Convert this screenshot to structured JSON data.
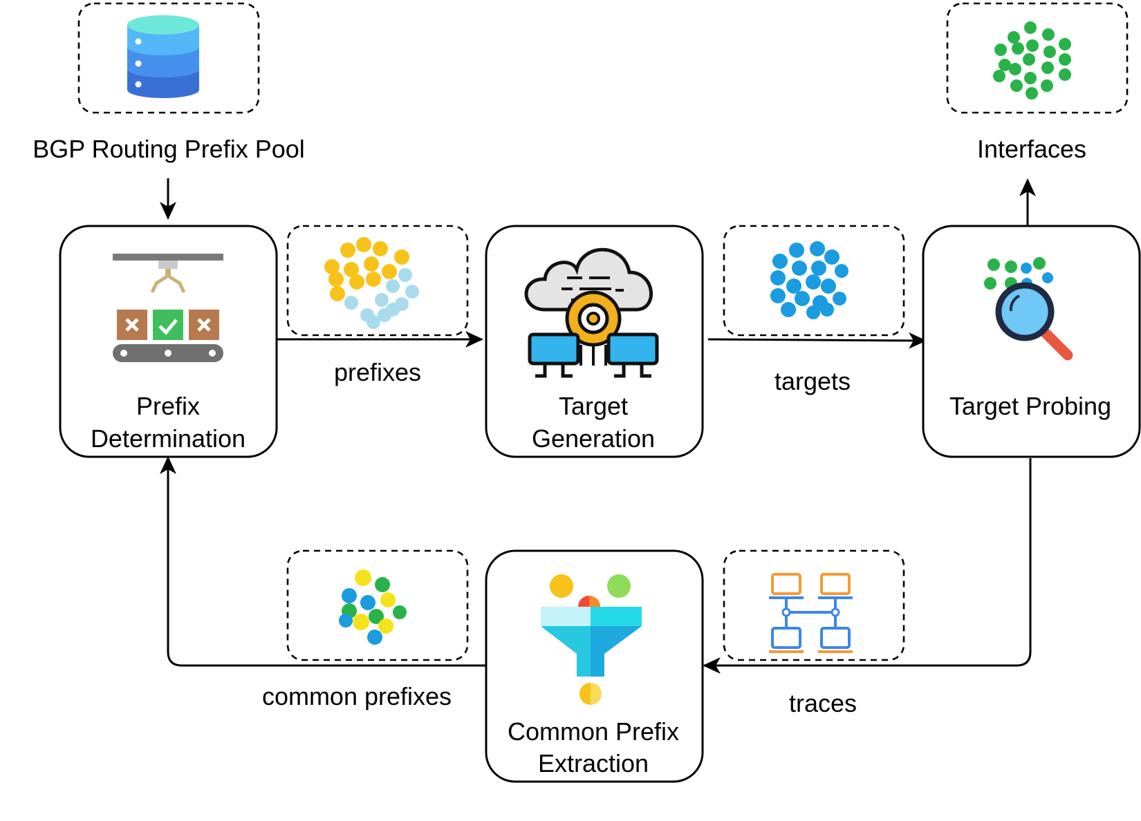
{
  "nodes": {
    "bgp_pool": {
      "label": "BGP Routing Prefix Pool",
      "icon": "database-icon"
    },
    "interfaces": {
      "label": "Interfaces",
      "icon": "green-dots-icon"
    },
    "prefix_determination": {
      "line1": "Prefix",
      "line2": "Determination",
      "icon": "conveyor-sorting-icon"
    },
    "target_generation": {
      "line1": "Target",
      "line2": "Generation",
      "icon": "cloud-gear-network-icon"
    },
    "target_probing": {
      "label": "Target Probing",
      "icon": "magnifier-dots-icon"
    },
    "common_prefix_extraction": {
      "line1": "Common Prefix",
      "line2": "Extraction",
      "icon": "funnel-icon"
    }
  },
  "edges": {
    "prefixes": {
      "label": "prefixes",
      "icon": "yellow-lightblue-dots-icon"
    },
    "targets": {
      "label": "targets",
      "icon": "blue-dots-icon"
    },
    "traces": {
      "label": "traces",
      "icon": "topology-trace-icon"
    },
    "common_prefixes": {
      "label": "common prefixes",
      "icon": "mixed-dots-icon"
    }
  },
  "colors": {
    "yellow": "#f7c21a",
    "light_blue": "#a8dcec",
    "blue": "#1b9be0",
    "green": "#2ab24a",
    "orange": "#f59a2e",
    "trace_blue": "#3b86e8",
    "cyan": "#26d9e8"
  }
}
